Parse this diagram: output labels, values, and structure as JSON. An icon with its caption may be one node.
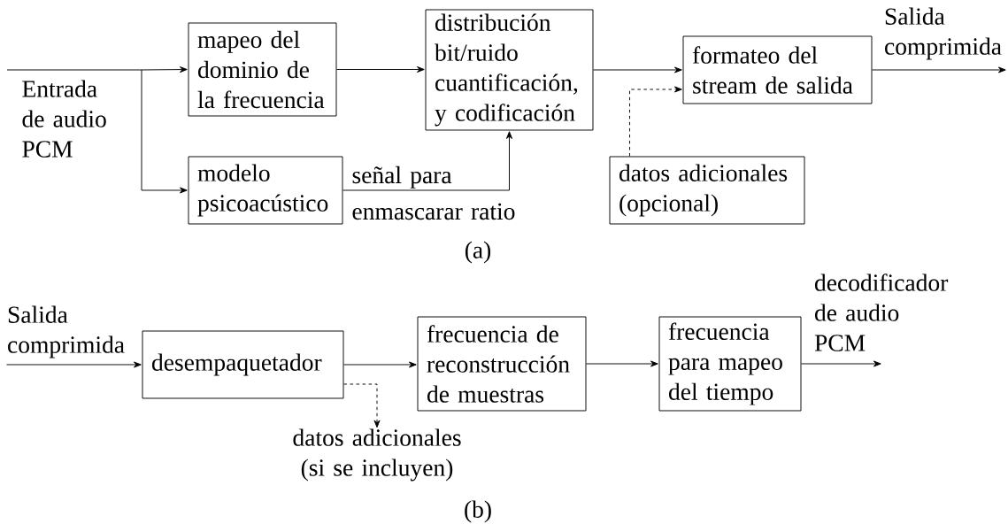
{
  "diagram": {
    "nodes": [
      {
        "text": [
          "mapeo del dominio de la frecuencia"
        ]
      },
      {
        "text": [
          "modelo psicoacústico"
        ]
      },
      {
        "text": [
          "distribución bit/ruido cuantificación, y codificación"
        ]
      },
      {
        "text": [
          "formateo del stream de salida"
        ]
      },
      {
        "text": [
          "datos adicionales (opcional)"
        ]
      },
      {
        "text": [
          "desempaquetador"
        ]
      },
      {
        "text": [
          "frecuencia de reconstrucción de muestras"
        ]
      },
      {
        "text": [
          "frecuencia para mapeo del tiempo"
        ]
      },
      {
        "text": [
          "datos adicionales (si se incluyen)"
        ]
      },
      {
        "text": [
          "Salida comprimida"
        ]
      },
      {
        "text": [
          "Salida comprimida"
        ]
      },
      {
        "text": [
          "decodificador de audio PCM"
        ]
      }
    ],
    "edges": [
      {
        "from": null,
        "to": 0,
        "arrow": "to"
      },
      {
        "from": null,
        "to": 1,
        "arrow": "to"
      },
      {
        "from": 0,
        "to": 2,
        "arrow": "to"
      },
      {
        "from": 1,
        "to": 2,
        "arrow": "to",
        "label": "señal para enmascarar ratio"
      },
      {
        "from": 2,
        "to": 3,
        "arrow": "to"
      },
      {
        "from": 4,
        "to": 3,
        "arrow": "to",
        "style": "dashed"
      },
      {
        "from": 3,
        "to": 9,
        "arrow": "to"
      },
      {
        "from": 10,
        "to": 5,
        "arrow": "to"
      },
      {
        "from": 5,
        "to": 6,
        "arrow": "to"
      },
      {
        "from": 5,
        "to": 8,
        "arrow": "to",
        "style": "dashed"
      },
      {
        "from": 6,
        "to": 7,
        "arrow": "to"
      },
      {
        "from": 7,
        "to": 11,
        "arrow": "to"
      }
    ],
    "labels": [
      "Entrada de audio PCM",
      "(a)",
      "(b)"
    ]
  }
}
